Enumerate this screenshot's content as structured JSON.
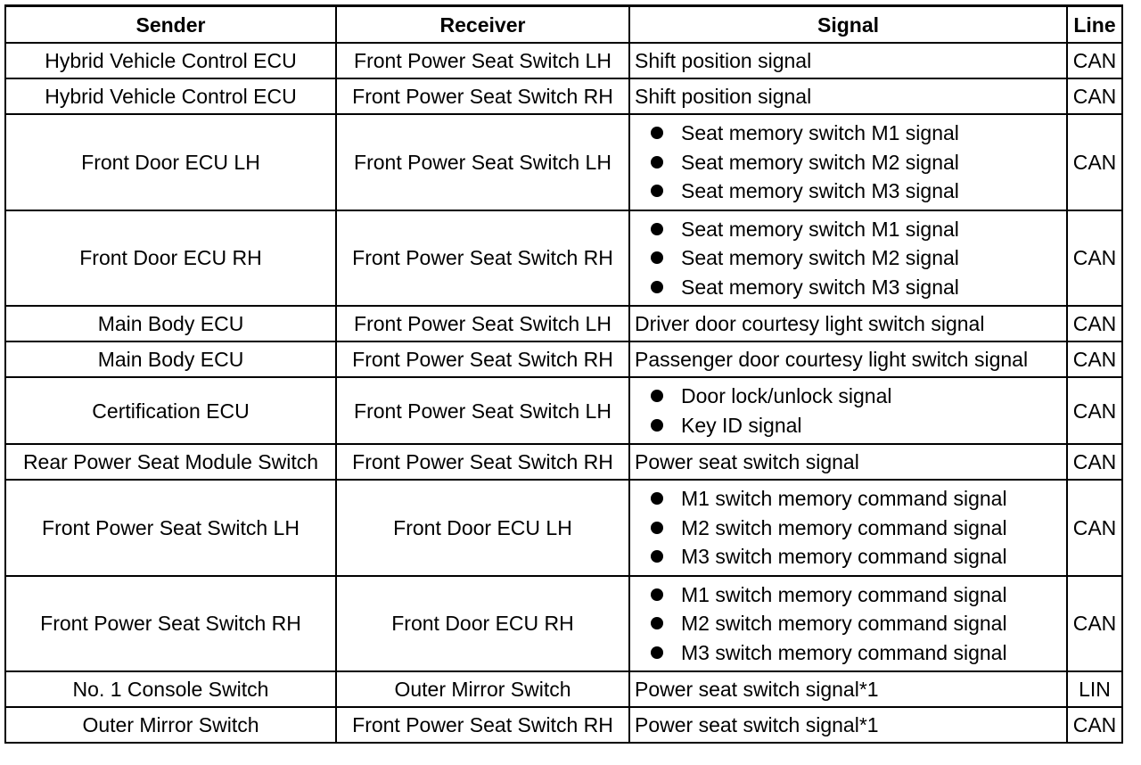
{
  "headers": {
    "sender": "Sender",
    "receiver": "Receiver",
    "signal": "Signal",
    "line": "Line"
  },
  "rows": [
    {
      "sender": "Hybrid Vehicle Control ECU",
      "receiver": "Front Power Seat Switch LH",
      "signals": [
        "Shift position signal"
      ],
      "bulleted": false,
      "line": "CAN"
    },
    {
      "sender": "Hybrid Vehicle Control ECU",
      "receiver": "Front Power Seat Switch RH",
      "signals": [
        "Shift position signal"
      ],
      "bulleted": false,
      "line": "CAN"
    },
    {
      "sender": "Front Door ECU LH",
      "receiver": "Front Power Seat Switch LH",
      "signals": [
        "Seat memory switch M1 signal",
        "Seat memory switch M2 signal",
        "Seat memory switch M3 signal"
      ],
      "bulleted": true,
      "line": "CAN"
    },
    {
      "sender": "Front Door ECU RH",
      "receiver": "Front Power Seat Switch RH",
      "signals": [
        "Seat memory switch M1 signal",
        "Seat memory switch M2 signal",
        "Seat memory switch M3 signal"
      ],
      "bulleted": true,
      "line": "CAN"
    },
    {
      "sender": "Main Body ECU",
      "receiver": "Front Power Seat Switch LH",
      "signals": [
        "Driver door courtesy light switch signal"
      ],
      "bulleted": false,
      "line": "CAN"
    },
    {
      "sender": "Main Body ECU",
      "receiver": "Front Power Seat Switch RH",
      "signals": [
        "Passenger door courtesy light switch signal"
      ],
      "bulleted": false,
      "line": "CAN"
    },
    {
      "sender": "Certification ECU",
      "receiver": "Front Power Seat Switch LH",
      "signals": [
        "Door lock/unlock signal",
        "Key ID signal"
      ],
      "bulleted": true,
      "line": "CAN"
    },
    {
      "sender": "Rear Power Seat Module Switch",
      "receiver": "Front Power Seat Switch RH",
      "signals": [
        "Power seat switch signal"
      ],
      "bulleted": false,
      "line": "CAN"
    },
    {
      "sender": "Front Power Seat Switch LH",
      "receiver": "Front Door ECU LH",
      "signals": [
        "M1 switch memory command signal",
        "M2 switch memory command signal",
        "M3 switch memory command signal"
      ],
      "bulleted": true,
      "line": "CAN"
    },
    {
      "sender": "Front Power Seat Switch RH",
      "receiver": "Front Door ECU RH",
      "signals": [
        "M1 switch memory command signal",
        "M2 switch memory command signal",
        "M3 switch memory command signal"
      ],
      "bulleted": true,
      "line": "CAN"
    },
    {
      "sender": "No. 1 Console Switch",
      "receiver": "Outer Mirror Switch",
      "signals": [
        "Power seat switch signal*1"
      ],
      "bulleted": false,
      "line": "LIN"
    },
    {
      "sender": "Outer Mirror Switch",
      "receiver": "Front Power Seat Switch RH",
      "signals": [
        "Power seat switch signal*1"
      ],
      "bulleted": false,
      "line": "CAN"
    }
  ]
}
